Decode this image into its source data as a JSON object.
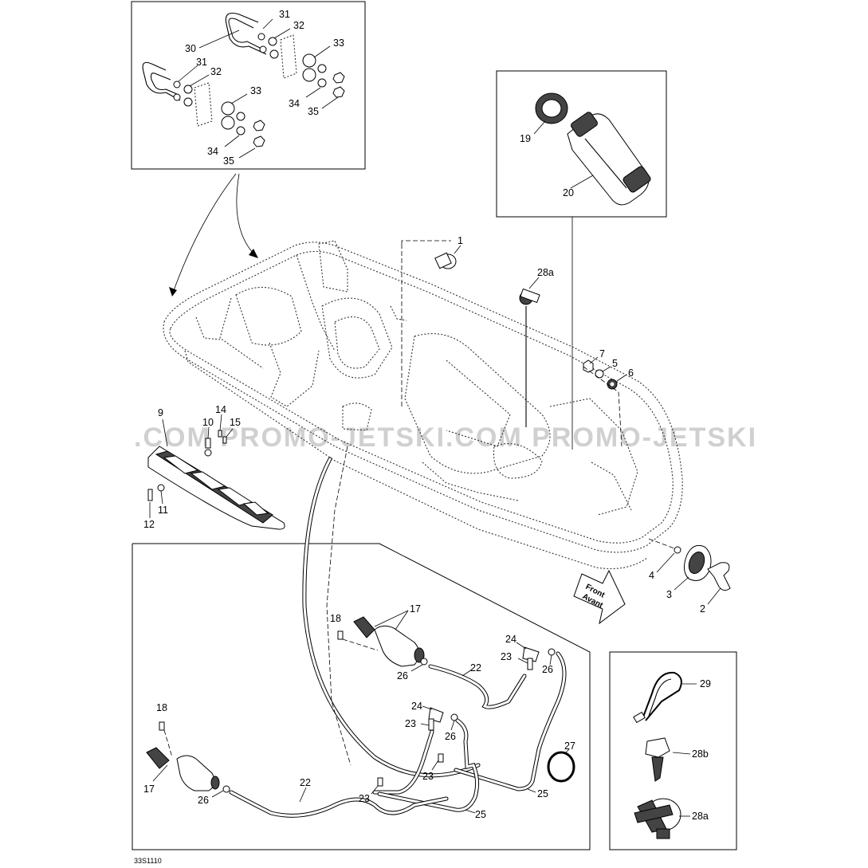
{
  "watermark": ".COM   PROMO-JETSKI.COM   PROMO-JETSKI",
  "drawing_code": "33S1110",
  "direction_arrow": {
    "line1": "Front",
    "line2": "Avant"
  },
  "callouts": {
    "c1": "1",
    "c2": "2",
    "c3": "3",
    "c4": "4",
    "c5": "5",
    "c6": "6",
    "c7": "7",
    "c9": "9",
    "c10": "10",
    "c11": "11",
    "c12": "12",
    "c14": "14",
    "c15": "15",
    "c17a": "17",
    "c17b": "17",
    "c18a": "18",
    "c18b": "18",
    "c19": "19",
    "c20": "20",
    "c22a": "22",
    "c22b": "22",
    "c23a": "23",
    "c23b": "23",
    "c23c": "23",
    "c23d": "23",
    "c24a": "24",
    "c24b": "24",
    "c25a": "25",
    "c25b": "25",
    "c26a": "26",
    "c26b": "26",
    "c26c": "26",
    "c26d": "26",
    "c27": "27",
    "c28a_top": "28a",
    "c28a_box": "28a",
    "c28b": "28b",
    "c29": "29",
    "c30": "30",
    "c31a": "31",
    "c31b": "31",
    "c32a": "32",
    "c32b": "32",
    "c33a": "33",
    "c33b": "33",
    "c34a": "34",
    "c34b": "34",
    "c35a": "35",
    "c35b": "35"
  }
}
